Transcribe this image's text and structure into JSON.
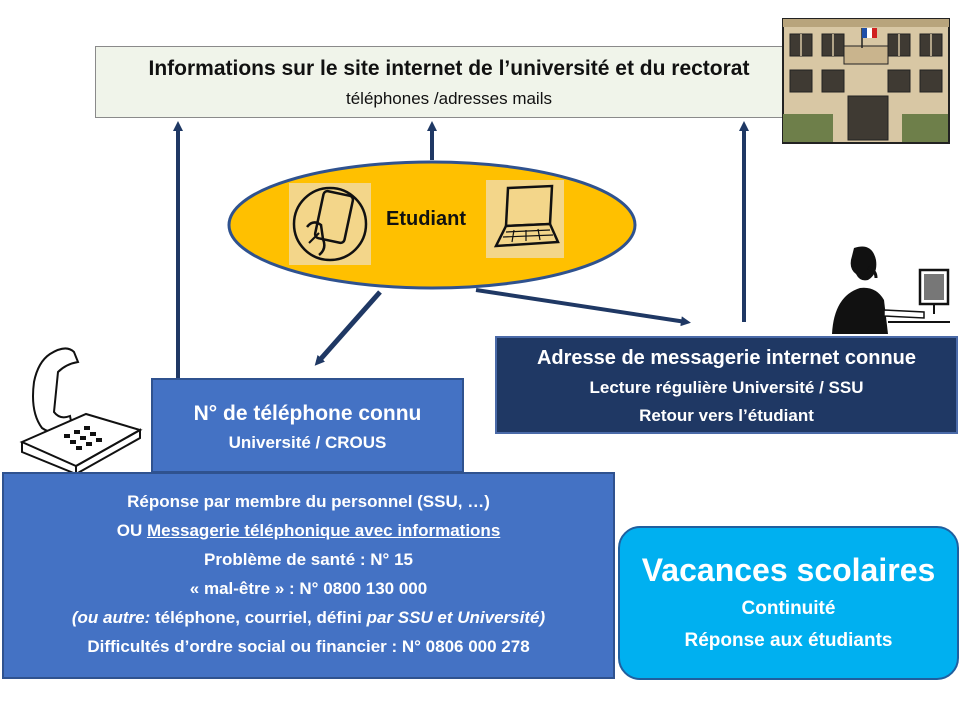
{
  "colors": {
    "arrow": "#1f3864",
    "ellipse_fill": "#ffc000",
    "ellipse_stroke": "#2f528f",
    "phone_box": "#4472c4",
    "mail_box": "#1f3864",
    "holiday_box": "#00b0f0",
    "info_box": "#f0f4ea"
  },
  "info": {
    "title": "Informations sur le  site internet de l’université et du rectorat",
    "subtitle": "téléphones /adresses mails"
  },
  "student": {
    "label": "Etudiant"
  },
  "phone_box": {
    "title": "N° de téléphone connu",
    "subtitle": "Université / CROUS"
  },
  "mail_box": {
    "title": "Adresse de messagerie internet connue",
    "line1": "Lecture régulière Université / SSU",
    "line2": "Retour vers l’étudiant"
  },
  "response": {
    "line1": "Réponse par membre du personnel  (SSU, …)",
    "line2_prefix": "OU ",
    "line2_underlined": "Messagerie téléphonique avec informations",
    "line3": "Problème de santé : N° 15",
    "line4": "« mal-être » : N° 0800 130 000",
    "line5_italic_a": "(ou autre:",
    "line5_normal": " téléphone, courriel, défini ",
    "line5_italic_b": "par SSU et Université)",
    "line6": "Difficultés d’ordre social ou financier : N° 0806 000 278"
  },
  "holidays": {
    "title": "Vacances scolaires",
    "line1": "Continuité",
    "line2": "Réponse aux étudiants"
  },
  "icons": [
    "smartphone-hand-icon",
    "laptop-icon",
    "university-building-icon",
    "desk-phone-icon",
    "office-worker-icon"
  ]
}
